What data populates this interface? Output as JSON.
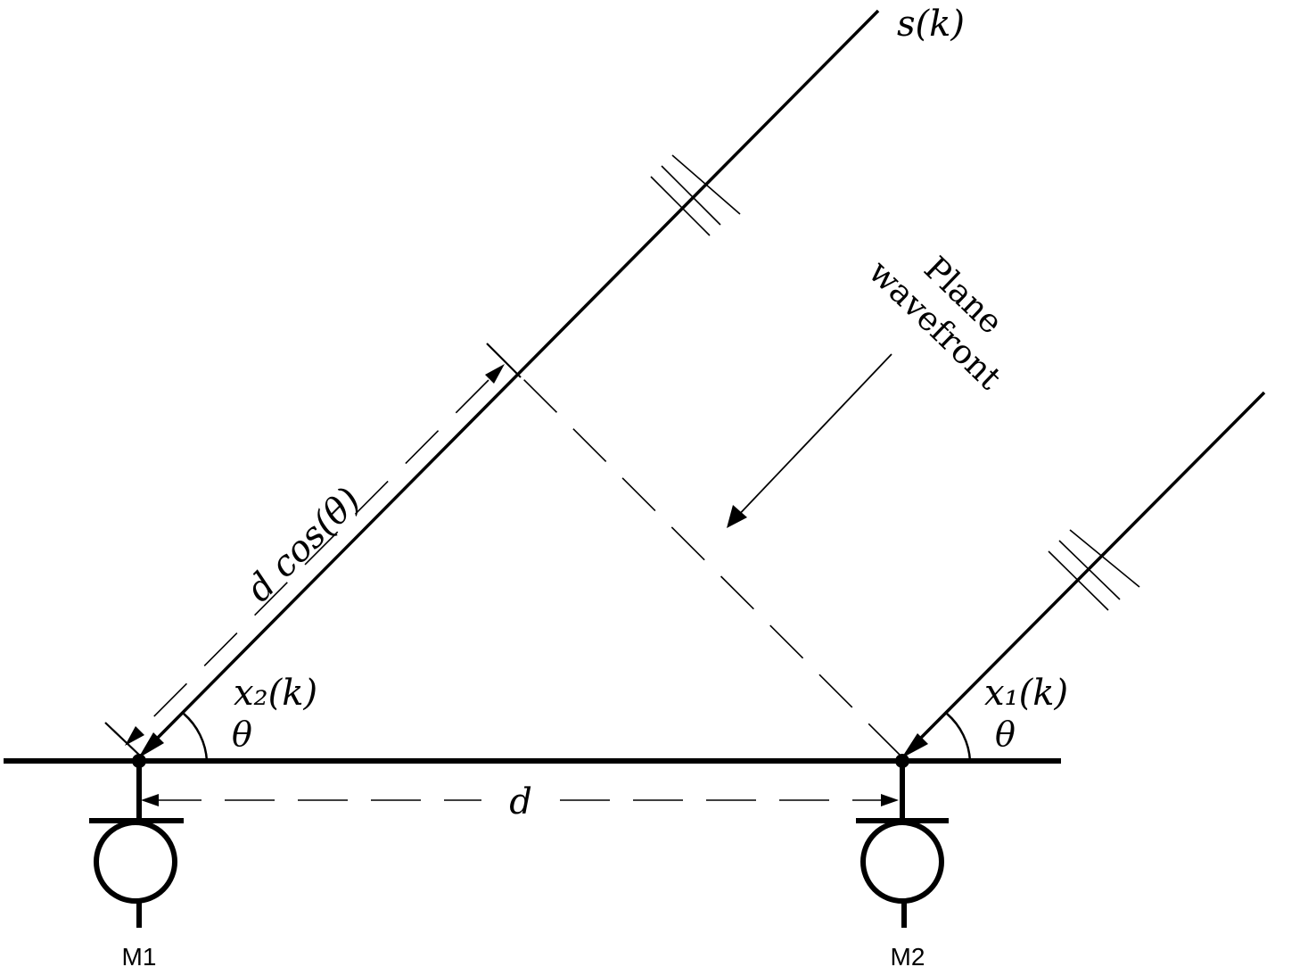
{
  "signal_label": "s(k)",
  "wavefront_label": {
    "line1": "Plane",
    "line2": "wavefront"
  },
  "path_length_label": "d cos(θ)",
  "x2_label": "x₂(k)",
  "x1_label": "x₁(k)",
  "angle_label": "θ",
  "spacing_label": "d",
  "mic1_label": "M1",
  "mic2_label": "M2"
}
